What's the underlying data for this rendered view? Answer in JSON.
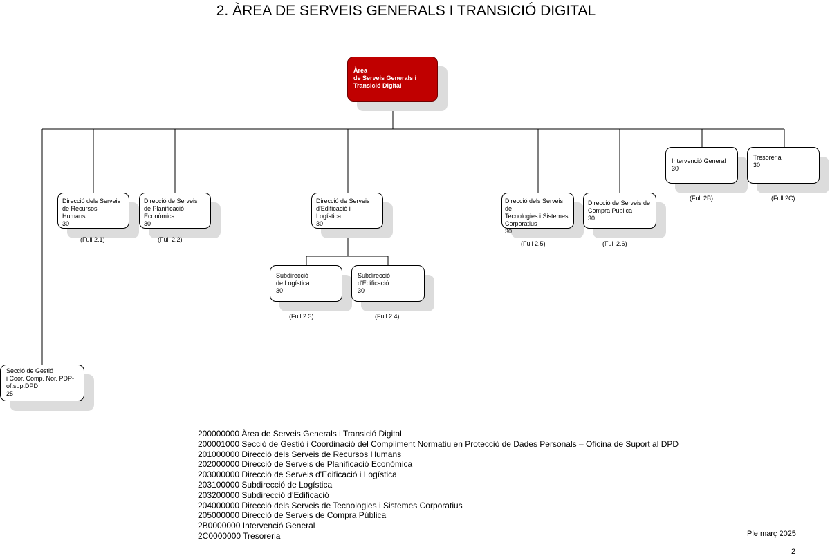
{
  "title": "2. ÀREA DE SERVEIS GENERALS I TRANSICIÓ DIGITAL",
  "root": {
    "lines": [
      "Àrea",
      "de Serveis Generals i",
      "Transició Digital"
    ]
  },
  "nodes": {
    "rrhh": {
      "lines": [
        "Direcció dels Serveis",
        "de Recursos",
        "Humans",
        "30"
      ],
      "full": "(Full 2.1)"
    },
    "planif": {
      "lines": [
        "Direcció de Serveis",
        "de Planificació",
        "Econòmica",
        "30"
      ],
      "full": "(Full 2.2)"
    },
    "edif": {
      "lines": [
        "Direcció de Serveis",
        "d'Edificació i",
        "Logística",
        "30"
      ]
    },
    "tec": {
      "lines": [
        "Direcció dels Serveis de",
        "Tecnologies i Sistemes",
        "Corporatius",
        "30"
      ],
      "full": "(Full 2.5)"
    },
    "compra": {
      "lines": [
        "Direcció de Serveis de",
        "Compra Pública",
        "30"
      ],
      "full": "(Full 2.6)"
    },
    "interv": {
      "lines": [
        "Intervenció General",
        "30"
      ],
      "full": "(Full 2B)"
    },
    "treso": {
      "lines": [
        "Tresoreria",
        "30"
      ],
      "full": "(Full 2C)"
    },
    "sublog": {
      "lines": [
        "Subdirecció",
        "de Logística",
        "30"
      ],
      "full": "(Full 2.3)"
    },
    "subedif": {
      "lines": [
        "Subdirecció",
        "d'Edificació",
        "30"
      ],
      "full": "(Full 2.4)"
    },
    "seccio": {
      "lines": [
        "Secció de Gestió",
        "i Coor. Comp. Nor. PDP-",
        "of.sup.DPD",
        "25"
      ]
    }
  },
  "legend": [
    "200000000 Àrea de Serveis Generals i Transició Digital",
    "200001000 Secció de Gestió i Coordinació del Compliment Normatiu en Protecció de Dades Personals – Oficina de Suport al DPD",
    "201000000 Direcció dels Serveis de Recursos Humans",
    "202000000 Direcció de Serveis de Planificació Econòmica",
    "203000000 Direcció de Serveis d'Edificació i Logística",
    "203100000 Subdirecció de Logística",
    "203200000 Subdirecció d'Edificació",
    "204000000 Direcció dels Serveis de Tecnologies i Sistemes Corporatius",
    "205000000 Direcció de Serveis de Compra Pública",
    "2B0000000 Intervenció General",
    "2C0000000 Tresoreria"
  ],
  "footer": "Ple març 2025",
  "page_number": "2"
}
